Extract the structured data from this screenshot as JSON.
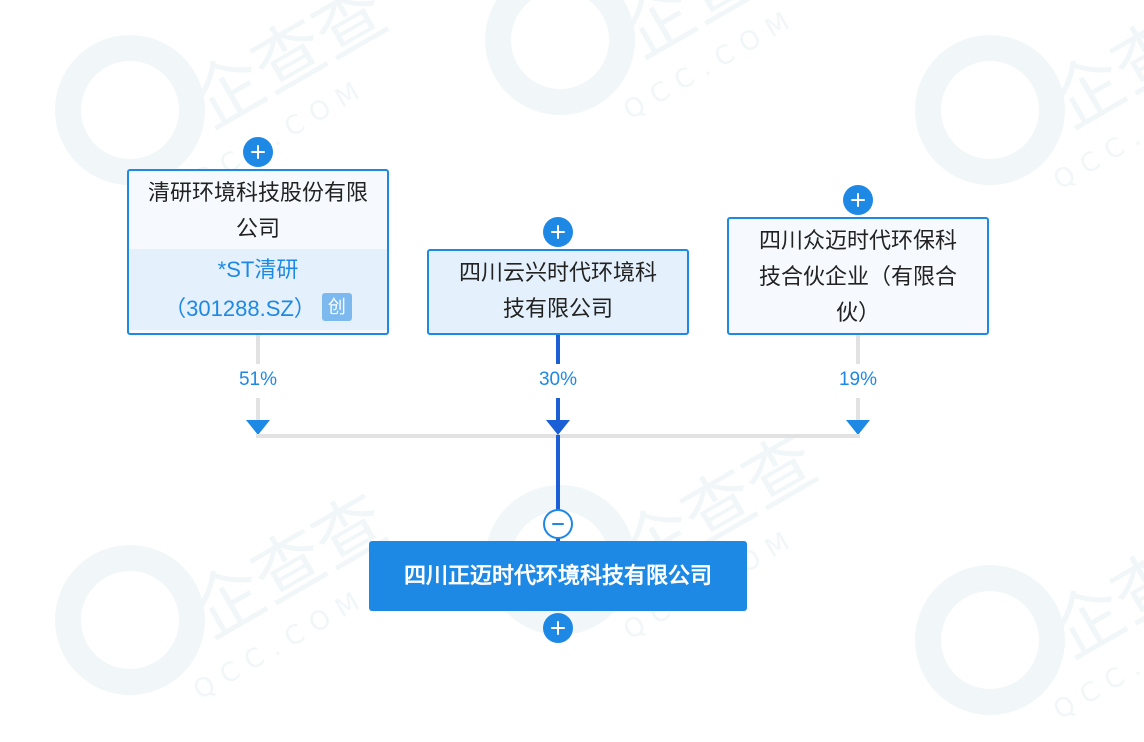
{
  "watermark": {
    "brand_text": "企查查",
    "domain_text": "QCC.COM"
  },
  "colors": {
    "accent": "#1e88e5",
    "node_bg": "#f6fafe",
    "listed_bg": "#e4f0fb",
    "line_gray": "#e2e2e2",
    "line_active": "#1a5fd6"
  },
  "icons": {
    "expand": "plus-circle-icon",
    "collapse": "minus-circle-icon"
  },
  "shareholders": [
    {
      "name_lines": [
        "清研环境科技股份有限",
        "公司"
      ],
      "stock_name": "*ST清研",
      "stock_code": "（301288.SZ）",
      "board_badge": "创",
      "percent": 51,
      "highlighted": false
    },
    {
      "name_lines": [
        "四川云兴时代环境科",
        "技有限公司"
      ],
      "percent": 30,
      "highlighted": true
    },
    {
      "name_lines": [
        "四川众迈时代环保科",
        "技合伙企业（有限合",
        "伙）"
      ],
      "percent": 19,
      "highlighted": false
    }
  ],
  "target": {
    "name": "四川正迈时代环境科技有限公司"
  }
}
